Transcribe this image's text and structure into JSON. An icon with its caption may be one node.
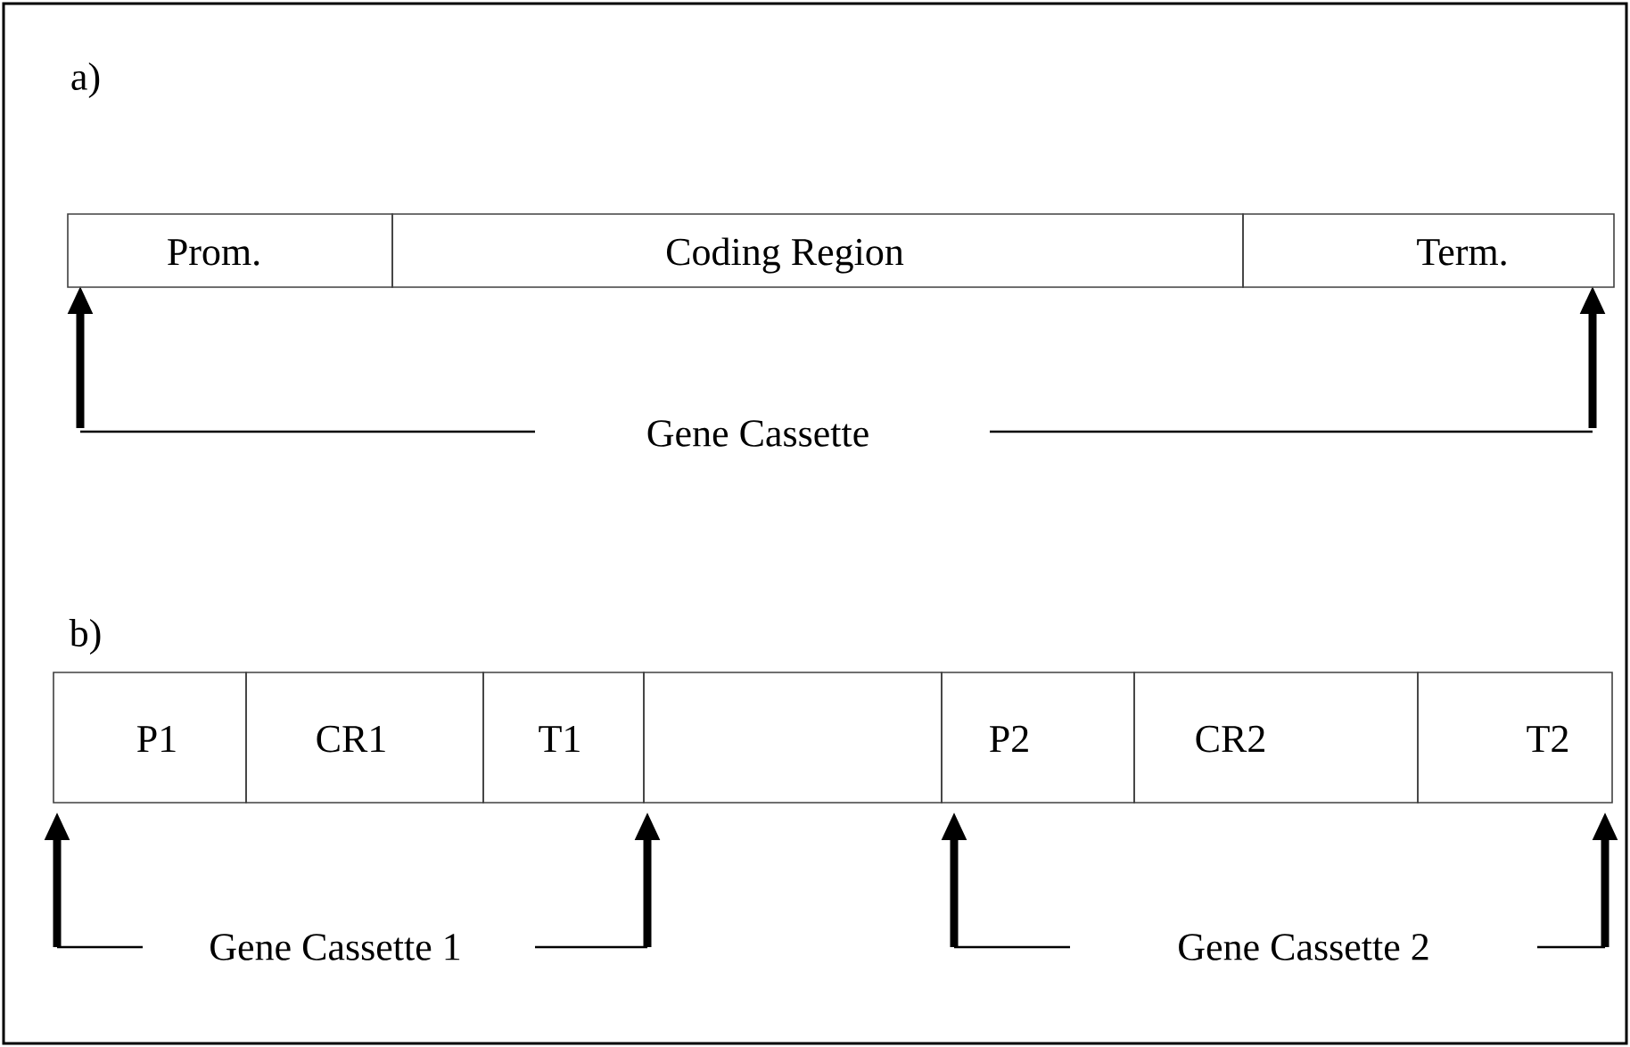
{
  "diagram": {
    "nodes": [
      {
        "text": [
          "Prom."
        ]
      },
      {
        "text": [
          "Coding Region"
        ]
      },
      {
        "text": [
          "Term."
        ]
      },
      {
        "text": [
          "P1"
        ]
      },
      {
        "text": [
          "CR1"
        ]
      },
      {
        "text": [
          "T1"
        ]
      },
      {
        "text": [],
        "shape": "box"
      },
      {
        "text": [
          "P2"
        ]
      },
      {
        "text": [
          "CR2"
        ]
      },
      {
        "text": [
          "T2"
        ]
      }
    ],
    "labels": [
      "a)",
      "Gene Cassette",
      "b)",
      "Gene Cassette 1",
      "Gene Cassette 2"
    ]
  }
}
